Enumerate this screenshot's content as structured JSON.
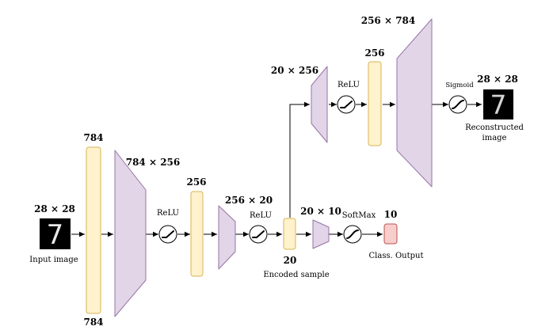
{
  "diagram": {
    "input": {
      "dim": "28 × 28",
      "caption": "Input image",
      "glyph": "7"
    },
    "enc_vec_784": {
      "dim_top": "784",
      "dim_bottom": "784"
    },
    "enc_fc1": {
      "dim": "784 × 256"
    },
    "enc_relu1": {
      "label": "ReLU"
    },
    "enc_vec_256": {
      "dim": "256"
    },
    "enc_fc2": {
      "dim": "256 × 20"
    },
    "enc_relu2": {
      "label": "ReLU"
    },
    "encoded": {
      "dim": "20",
      "caption": "Encoded sample"
    },
    "cls_fc": {
      "dim": "20 × 10"
    },
    "softmax": {
      "label": "SoftMax"
    },
    "cls_out": {
      "dim": "10",
      "caption": "Class. Output"
    },
    "dec_fc1": {
      "dim": "20 × 256"
    },
    "dec_relu": {
      "label": "ReLU"
    },
    "dec_vec_256": {
      "dim": "256"
    },
    "dec_fc2": {
      "dim": "256 × 784"
    },
    "sigmoid": {
      "label": "Sigmoid"
    },
    "output": {
      "dim": "28 × 28",
      "caption_line1": "Reconstructed",
      "caption_line2": "image",
      "glyph": "7"
    }
  },
  "colors": {
    "vector_fill": "#fff2cc",
    "vector_stroke": "#d6b656",
    "layer_fill": "#e1d5e7",
    "layer_stroke": "#9673a6",
    "output_fill": "#f8cecc",
    "output_stroke": "#b85450"
  }
}
